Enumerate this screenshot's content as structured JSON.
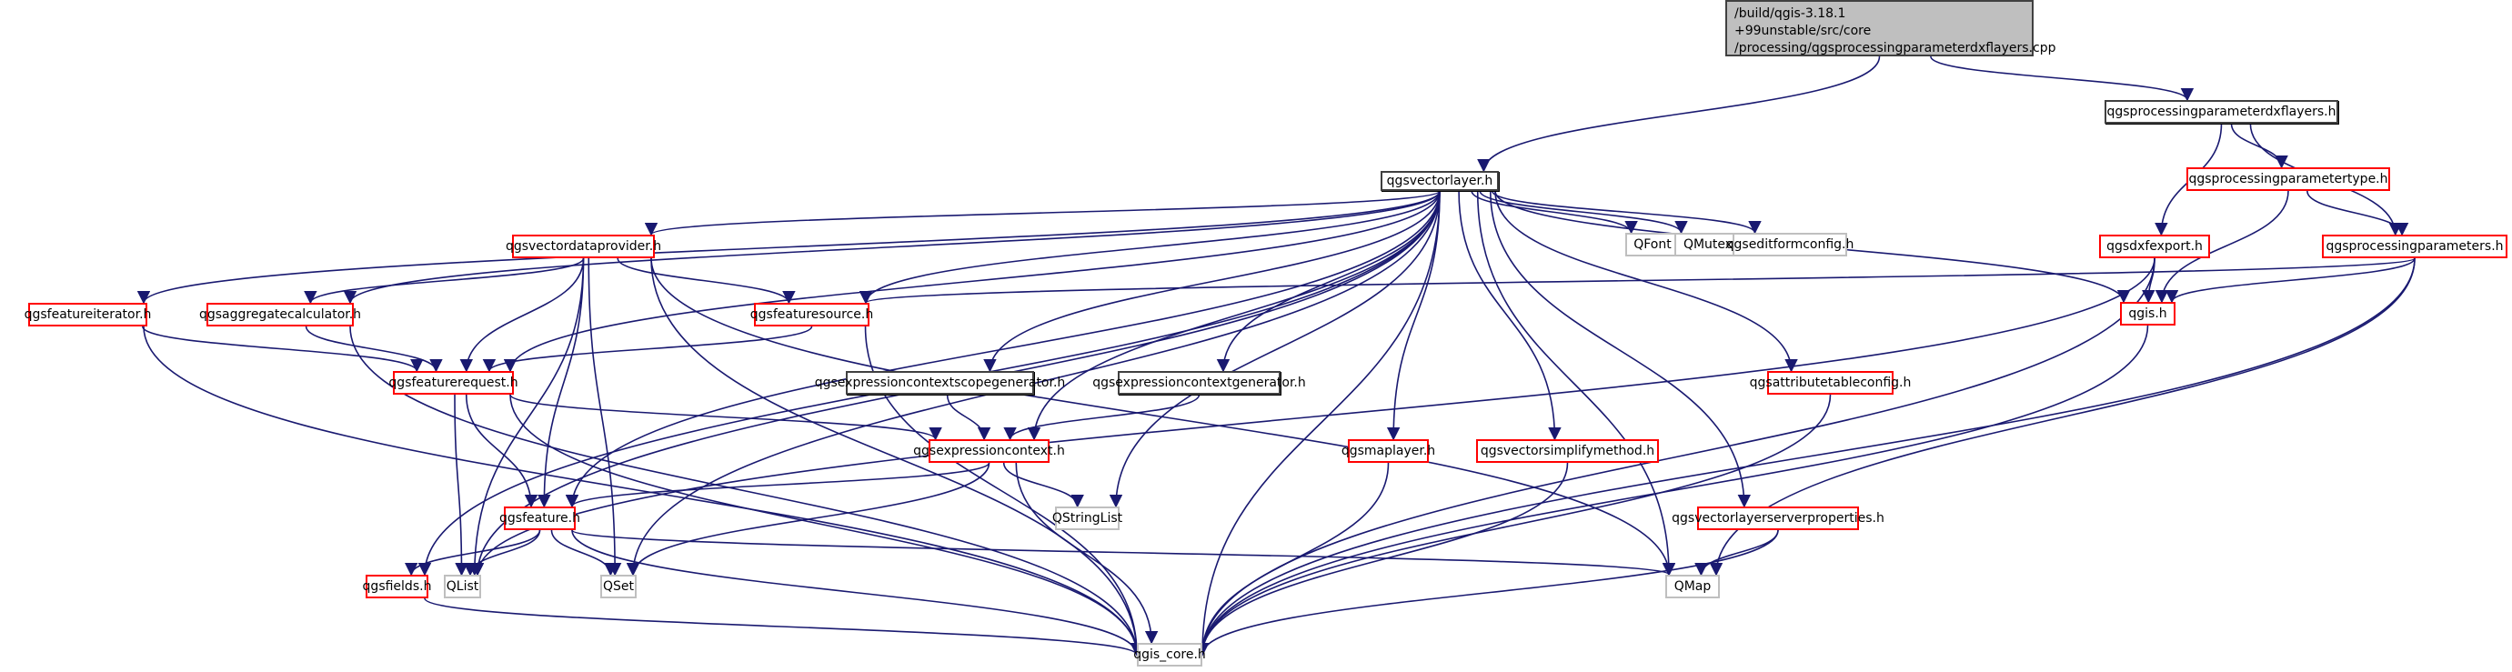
{
  "diagram": {
    "type": "include-dependency-graph",
    "root": {
      "id": "root",
      "lines": [
        "/build/qgis-3.18.1",
        "+99unstable/src/core",
        "/processing/qgsprocessingparameterdxflayers.cpp"
      ]
    },
    "colors": {
      "edge": "#191970",
      "root_fill": "#bfbfbf",
      "documented_border": "#404040",
      "truncated_border": "#ff0000",
      "external_border": "#bfbfbf"
    },
    "nodes": [
      {
        "id": "dxflayers_h",
        "label": "qgsprocessingparameterdxflayers.h",
        "kind": "black"
      },
      {
        "id": "vectorlayer_h",
        "label": "qgsvectorlayer.h",
        "kind": "black"
      },
      {
        "id": "paramtype_h",
        "label": "qgsprocessingparametertype.h",
        "kind": "red"
      },
      {
        "id": "dxfexport_h",
        "label": "qgsdxfexport.h",
        "kind": "red"
      },
      {
        "id": "procparams_h",
        "label": "qgsprocessingparameters.h",
        "kind": "red"
      },
      {
        "id": "qgis_h",
        "label": "qgis.h",
        "kind": "red"
      },
      {
        "id": "QFont",
        "label": "QFont",
        "kind": "gray"
      },
      {
        "id": "QMutex",
        "label": "QMutex",
        "kind": "gray"
      },
      {
        "id": "editformconfig_h",
        "label": "qgseditformconfig.h",
        "kind": "gray"
      },
      {
        "id": "vectordataprovider_h",
        "label": "qgsvectordataprovider.h",
        "kind": "red"
      },
      {
        "id": "featureiterator_h",
        "label": "qgsfeatureiterator.h",
        "kind": "red"
      },
      {
        "id": "aggregatecalc_h",
        "label": "qgsaggregatecalculator.h",
        "kind": "red"
      },
      {
        "id": "featuresource_h",
        "label": "qgsfeaturesource.h",
        "kind": "red"
      },
      {
        "id": "featurerequest_h",
        "label": "qgsfeaturerequest.h",
        "kind": "red"
      },
      {
        "id": "exprscopegen_h",
        "label": "qgsexpressioncontextscopegenerator.h",
        "kind": "black"
      },
      {
        "id": "exprgen_h",
        "label": "qgsexpressioncontextgenerator.h",
        "kind": "black"
      },
      {
        "id": "attrtableconfig_h",
        "label": "qgsattributetableconfig.h",
        "kind": "red"
      },
      {
        "id": "exprcontext_h",
        "label": "qgsexpressioncontext.h",
        "kind": "red"
      },
      {
        "id": "maplayer_h",
        "label": "qgsmaplayer.h",
        "kind": "red"
      },
      {
        "id": "simplify_h",
        "label": "qgsvectorsimplifymethod.h",
        "kind": "red"
      },
      {
        "id": "QStringList",
        "label": "QStringList",
        "kind": "gray"
      },
      {
        "id": "serverprops_h",
        "label": "qgsvectorlayerserverproperties.h",
        "kind": "red"
      },
      {
        "id": "feature_h",
        "label": "qgsfeature.h",
        "kind": "red"
      },
      {
        "id": "fields_h",
        "label": "qgsfields.h",
        "kind": "red"
      },
      {
        "id": "QList",
        "label": "QList",
        "kind": "gray"
      },
      {
        "id": "QSet",
        "label": "QSet",
        "kind": "gray"
      },
      {
        "id": "QMap",
        "label": "QMap",
        "kind": "gray"
      },
      {
        "id": "qgis_core_h",
        "label": "qgis_core.h",
        "kind": "gray"
      }
    ],
    "edges": [
      [
        "root",
        "vectorlayer_h"
      ],
      [
        "root",
        "dxflayers_h"
      ],
      [
        "dxflayers_h",
        "dxfexport_h"
      ],
      [
        "dxflayers_h",
        "paramtype_h"
      ],
      [
        "dxflayers_h",
        "procparams_h"
      ],
      [
        "paramtype_h",
        "procparams_h"
      ],
      [
        "paramtype_h",
        "qgis_h"
      ],
      [
        "procparams_h",
        "qgis_h"
      ],
      [
        "procparams_h",
        "featuresource_h"
      ],
      [
        "procparams_h",
        "QMap"
      ],
      [
        "procparams_h",
        "qgis_core_h"
      ],
      [
        "dxfexport_h",
        "qgis_h"
      ],
      [
        "dxfexport_h",
        "QList"
      ],
      [
        "dxfexport_h",
        "qgis_core_h"
      ],
      [
        "qgis_h",
        "qgis_core_h"
      ],
      [
        "vectorlayer_h",
        "QFont"
      ],
      [
        "vectorlayer_h",
        "QMutex"
      ],
      [
        "vectorlayer_h",
        "editformconfig_h"
      ],
      [
        "vectorlayer_h",
        "qgis_h"
      ],
      [
        "vectorlayer_h",
        "vectordataprovider_h"
      ],
      [
        "vectorlayer_h",
        "featureiterator_h"
      ],
      [
        "vectorlayer_h",
        "aggregatecalc_h"
      ],
      [
        "vectorlayer_h",
        "featuresource_h"
      ],
      [
        "vectorlayer_h",
        "featurerequest_h"
      ],
      [
        "vectorlayer_h",
        "exprscopegen_h"
      ],
      [
        "vectorlayer_h",
        "exprgen_h"
      ],
      [
        "vectorlayer_h",
        "attrtableconfig_h"
      ],
      [
        "vectorlayer_h",
        "exprcontext_h"
      ],
      [
        "vectorlayer_h",
        "maplayer_h"
      ],
      [
        "vectorlayer_h",
        "simplify_h"
      ],
      [
        "vectorlayer_h",
        "QStringList"
      ],
      [
        "vectorlayer_h",
        "serverprops_h"
      ],
      [
        "vectorlayer_h",
        "feature_h"
      ],
      [
        "vectorlayer_h",
        "fields_h"
      ],
      [
        "vectorlayer_h",
        "QList"
      ],
      [
        "vectorlayer_h",
        "QSet"
      ],
      [
        "vectorlayer_h",
        "QMap"
      ],
      [
        "vectorlayer_h",
        "qgis_core_h"
      ],
      [
        "vectordataprovider_h",
        "aggregatecalc_h"
      ],
      [
        "vectordataprovider_h",
        "featuresource_h"
      ],
      [
        "vectordataprovider_h",
        "featurerequest_h"
      ],
      [
        "vectordataprovider_h",
        "feature_h"
      ],
      [
        "vectordataprovider_h",
        "QList"
      ],
      [
        "vectordataprovider_h",
        "QSet"
      ],
      [
        "vectordataprovider_h",
        "QMap"
      ],
      [
        "vectordataprovider_h",
        "qgis_core_h"
      ],
      [
        "featureiterator_h",
        "featurerequest_h"
      ],
      [
        "featureiterator_h",
        "qgis_core_h"
      ],
      [
        "aggregatecalc_h",
        "featurerequest_h"
      ],
      [
        "aggregatecalc_h",
        "qgis_core_h"
      ],
      [
        "featuresource_h",
        "featurerequest_h"
      ],
      [
        "featuresource_h",
        "qgis_core_h"
      ],
      [
        "featurerequest_h",
        "exprcontext_h"
      ],
      [
        "featurerequest_h",
        "feature_h"
      ],
      [
        "featurerequest_h",
        "QList"
      ],
      [
        "featurerequest_h",
        "qgis_core_h"
      ],
      [
        "exprscopegen_h",
        "exprcontext_h"
      ],
      [
        "exprgen_h",
        "exprcontext_h"
      ],
      [
        "exprcontext_h",
        "feature_h"
      ],
      [
        "exprcontext_h",
        "QStringList"
      ],
      [
        "exprcontext_h",
        "QSet"
      ],
      [
        "exprcontext_h",
        "qgis_core_h"
      ],
      [
        "feature_h",
        "fields_h"
      ],
      [
        "feature_h",
        "QList"
      ],
      [
        "feature_h",
        "QSet"
      ],
      [
        "feature_h",
        "QMap"
      ],
      [
        "feature_h",
        "qgis_core_h"
      ],
      [
        "fields_h",
        "qgis_core_h"
      ],
      [
        "maplayer_h",
        "qgis_core_h"
      ],
      [
        "simplify_h",
        "qgis_core_h"
      ],
      [
        "attrtableconfig_h",
        "qgis_core_h"
      ],
      [
        "serverprops_h",
        "QMap"
      ],
      [
        "serverprops_h",
        "qgis_core_h"
      ]
    ]
  }
}
